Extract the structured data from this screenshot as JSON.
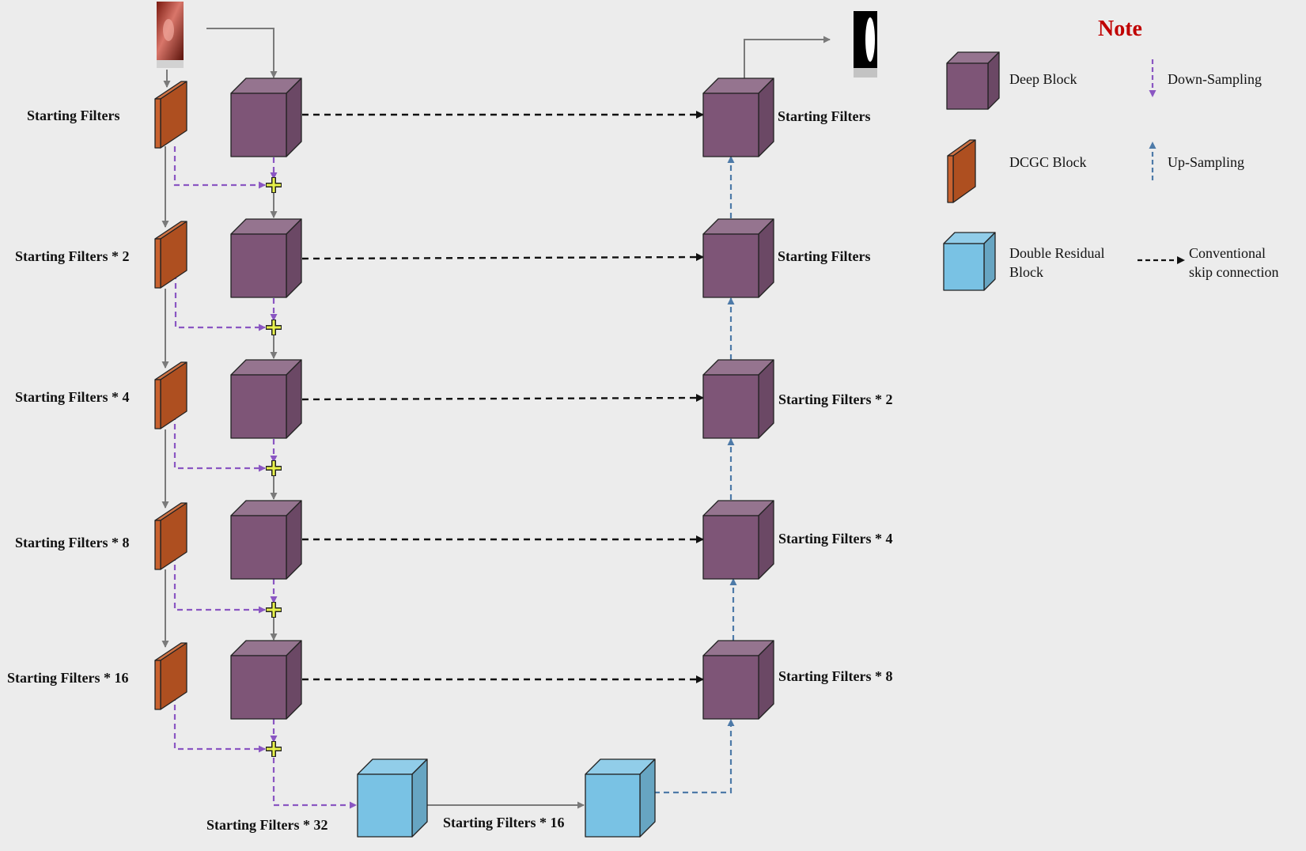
{
  "colors": {
    "background": "#ececec",
    "deep_block": "#7e5577",
    "dcgc_block": "#c65a24",
    "double_residual_block": "#79c2e4",
    "downsampling_arrow": "#8a56c2",
    "upsampling_arrow": "#4d7aa8",
    "skip_connection": "#111111",
    "flow_arrow": "#7a7a7a",
    "note_title": "#c00000"
  },
  "encoder": {
    "dcgc_labels": [
      "Starting Filters",
      "Starting Filters * 2",
      "Starting Filters * 4",
      "Starting Filters * 8",
      "Starting Filters * 16"
    ]
  },
  "decoder": {
    "labels": [
      "Starting Filters",
      "Starting Filters",
      "Starting Filters * 2",
      "Starting Filters * 4",
      "Starting Filters * 8"
    ]
  },
  "bottleneck": {
    "left_label": "Starting Filters * 32",
    "right_label": "Starting Filters * 16"
  },
  "images": {
    "input": "endoscopy-input-image",
    "output": "segmentation-mask-output"
  },
  "legend": {
    "title": "Note",
    "deep_block": "Deep Block",
    "dcgc_block": "DCGC Block",
    "double_residual_line1": "Double Residual",
    "double_residual_line2": "Block",
    "down_sampling": "Down-Sampling",
    "up_sampling": "Up-Sampling",
    "skip_line1": "Conventional",
    "skip_line2": "skip connection"
  }
}
